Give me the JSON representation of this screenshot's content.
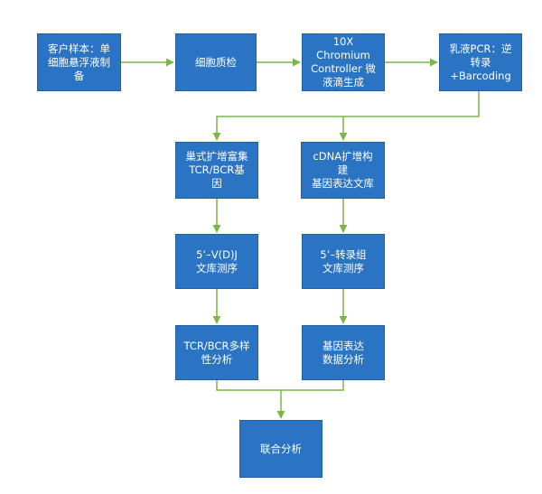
{
  "colors": {
    "node_fill": "#2a74c3",
    "node_text": "#ffffff",
    "edge": "#7ab648"
  },
  "nodes": {
    "sample_prep": "客户样本：单\n细胞悬浮液制\n备",
    "cell_qc": "细胞质检",
    "chromium": "10X\nChromium\nController 微\n液滴生成",
    "emulsion_pcr": "乳液PCR：逆\n转录\n+Barcoding",
    "tcr_bcr_amp": "巢式扩增富集\nTCR/BCR基\n因",
    "cdna_amp": "cDNA扩增构建\n基因表达文库",
    "vdj_seq": "5’–V(D)J\n文库测序",
    "transcriptome_seq": "5’–转录组\n文库测序",
    "diversity_analysis": "TCR/BCR多样\n性分析",
    "expression_analysis": "基因表达\n数据分析",
    "joint_analysis": "联合分析"
  }
}
